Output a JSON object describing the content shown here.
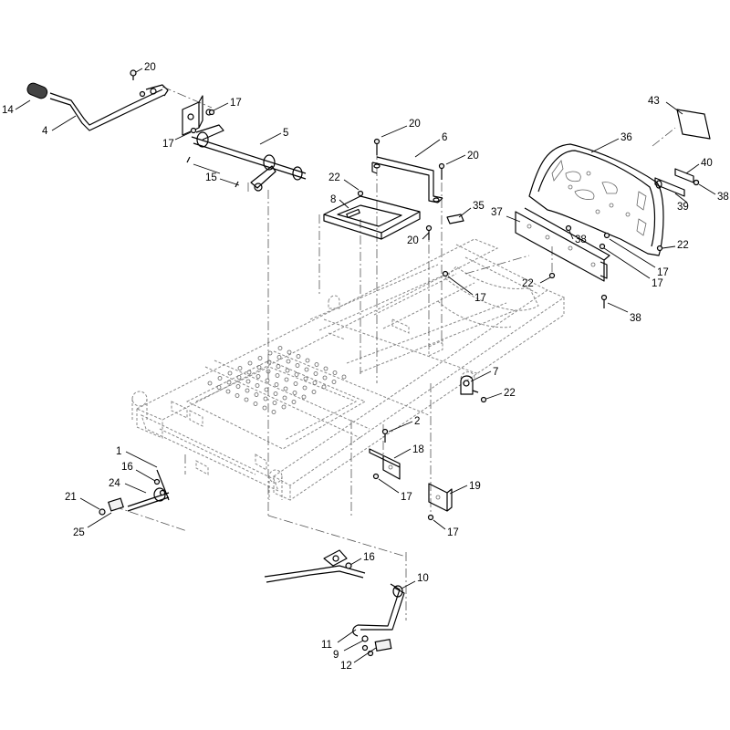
{
  "diagram": {
    "callouts": [
      {
        "label": "20"
      },
      {
        "label": "14"
      },
      {
        "label": "4"
      },
      {
        "label": "17"
      },
      {
        "label": "17"
      },
      {
        "label": "5"
      },
      {
        "label": "15"
      },
      {
        "label": "20"
      },
      {
        "label": "6"
      },
      {
        "label": "20"
      },
      {
        "label": "22"
      },
      {
        "label": "8"
      },
      {
        "label": "20"
      },
      {
        "label": "35"
      },
      {
        "label": "43"
      },
      {
        "label": "36"
      },
      {
        "label": "40"
      },
      {
        "label": "38"
      },
      {
        "label": "39"
      },
      {
        "label": "37"
      },
      {
        "label": "38"
      },
      {
        "label": "22"
      },
      {
        "label": "17"
      },
      {
        "label": "17"
      },
      {
        "label": "22"
      },
      {
        "label": "17"
      },
      {
        "label": "38"
      },
      {
        "label": "7"
      },
      {
        "label": "22"
      },
      {
        "label": "2"
      },
      {
        "label": "18"
      },
      {
        "label": "17"
      },
      {
        "label": "19"
      },
      {
        "label": "17"
      },
      {
        "label": "1"
      },
      {
        "label": "16"
      },
      {
        "label": "24"
      },
      {
        "label": "21"
      },
      {
        "label": "25"
      },
      {
        "label": "16"
      },
      {
        "label": "10"
      },
      {
        "label": "11"
      },
      {
        "label": "9"
      },
      {
        "label": "12"
      }
    ]
  }
}
